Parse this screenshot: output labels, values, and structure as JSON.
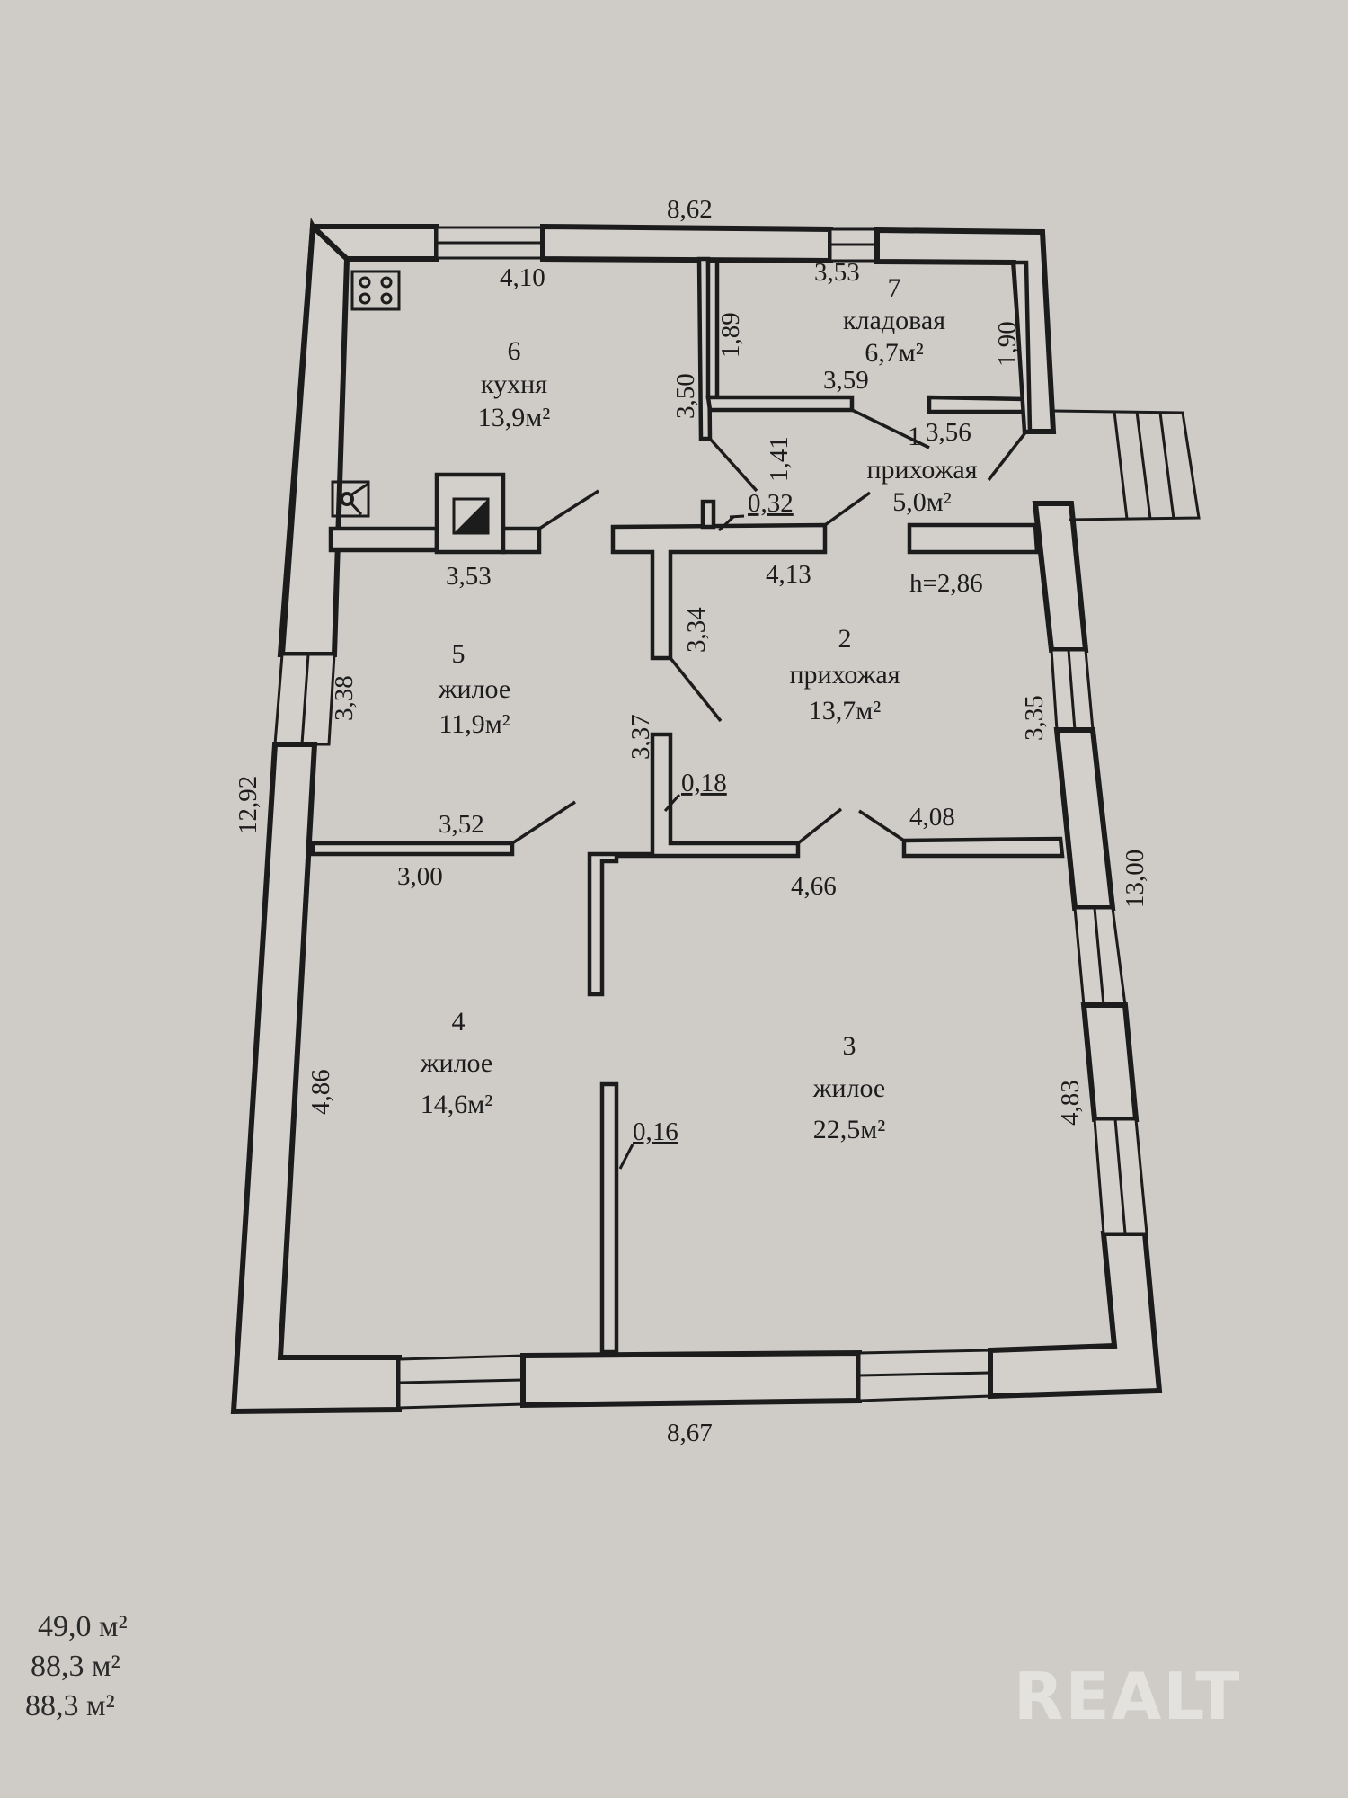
{
  "plan": {
    "outer_dims": {
      "top": "8,62",
      "bottom": "8,67",
      "left": "12,92",
      "right": "13,00",
      "ceiling_height": "h=2,86"
    },
    "rooms": [
      {
        "number": "1",
        "name": "прихожая",
        "area": "5,0м²"
      },
      {
        "number": "2",
        "name": "прихожая",
        "area": "13,7м²"
      },
      {
        "number": "3",
        "name": "жилое",
        "area": "22,5м²"
      },
      {
        "number": "4",
        "name": "жилое",
        "area": "14,6м²"
      },
      {
        "number": "5",
        "name": "жилое",
        "area": "11,9м²"
      },
      {
        "number": "6",
        "name": "кухня",
        "area": "13,9м²"
      },
      {
        "number": "7",
        "name": "кладовая",
        "area": "6,7м²"
      }
    ],
    "inner_dims": {
      "kitchen_top": "4,10",
      "kitchen_side": "3,50",
      "kitchen_bottom": "3,53",
      "storage_top": "3,53",
      "storage_left": "1,89",
      "storage_right": "1,90",
      "storage_bottom": "3,59",
      "hall1_width": "3,56",
      "hall1_side": "1,41",
      "partition_032": "0,32",
      "hall2_top": "4,13",
      "hall2_left": "3,34",
      "hall2_right": "3,35",
      "hall2_bottom_right": "4,08",
      "room5_side": "3,38",
      "room5_bottom": "3,52",
      "room4_top": "3,00",
      "room4_side": "4,86",
      "partition_337": "3,37",
      "partition_018": "0,18",
      "room3_top": "4,66",
      "room3_side": "4,83",
      "partition_016": "0,16"
    },
    "fixtures": [
      "stove-icon",
      "sink-icon",
      "chimney-icon",
      "stairs-icon"
    ]
  },
  "totals": [
    "49,0 м²",
    "88,3 м²",
    "88,3 м²"
  ],
  "watermark": "REALT"
}
